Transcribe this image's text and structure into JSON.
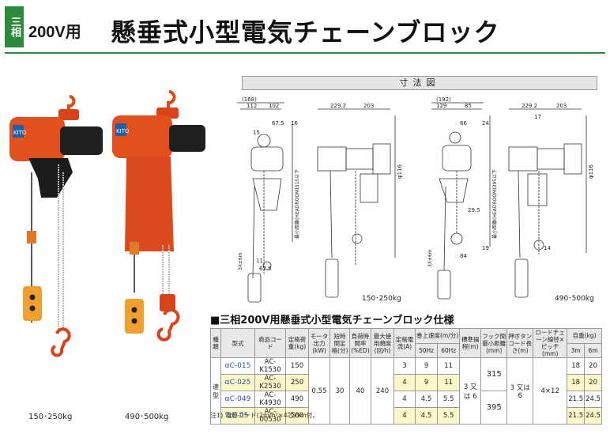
{
  "header": {
    "tag": "三相",
    "voltage": "200V用",
    "title": "懸垂式小型電気チェーンブロック"
  },
  "photos": {
    "caption_left": "150･250kg",
    "caption_right": "490･500kg",
    "label": "KITO"
  },
  "dimensions": {
    "heading": "寸法図",
    "caption_small": "150･250kg",
    "caption_large": "490･500kg",
    "d1": {
      "top": "(168)",
      "a": "112",
      "b": "102",
      "c": "67.5",
      "d": "16",
      "e": "15",
      "f": "67.5",
      "g": "11",
      "head": "最小距離(HEADROOM)315以下",
      "len": "3X±6m",
      "w1": "229.2",
      "w2": "203",
      "dia": "φ116"
    },
    "d2": {
      "top": "(192)",
      "a": "129",
      "b": "85",
      "c": "86",
      "d": "24",
      "e": "29.5",
      "f": "84",
      "g": "19",
      "head": "最小距離(HEADROOM)395以下",
      "len": "3X±6m",
      "w1": "229.2",
      "w2": "203",
      "h": "17",
      "dia": "φ116",
      "i": "14"
    }
  },
  "spec": {
    "title": "■三相200V用懸垂式小型電気チェーンブロック仕様",
    "headers": {
      "kind": "種類",
      "model": "型式",
      "code": "商品コード",
      "load": "定格荷重(kg)",
      "motor": "モータ出力(kW)",
      "short": "短時間定格(分)",
      "duty": "負荷時間率(%ED)",
      "max_freq": "最大使用頻度(回/h)",
      "current": "定格電流(A)",
      "speed": "巻上速度(m/分)",
      "hz50": "50Hz",
      "hz60": "60Hz",
      "lift": "標準揚程(m)",
      "hook": "フック間最小距離(mm)",
      "cord": "押ボタンコード長さ(m)",
      "chain": "ロードチェーン線径×ピッチ(mm)",
      "weight": "自重(kg)",
      "m3": "3m",
      "m6": "6m"
    },
    "kind_value": "速型",
    "shared": {
      "motor": "0.55",
      "short": "30",
      "duty": "40",
      "max_freq": "240",
      "lift": "3 又は 6",
      "hook_a": "315",
      "hook_b": "395",
      "cord": "3 又は 6",
      "chain": "4×12"
    },
    "rows": [
      {
        "model": "αC-015",
        "code": "AC-K1530",
        "load": "150",
        "current": "3",
        "s50": "9",
        "s60": "11",
        "w3": "18",
        "w6": "20"
      },
      {
        "model": "αC-025",
        "code": "AC-K2530",
        "load": "250",
        "current": "4",
        "s50": "9",
        "s60": "11",
        "w3": "18",
        "w6": "20"
      },
      {
        "model": "αC-049",
        "code": "AC-K4930",
        "load": "490",
        "current": "4",
        "s50": "4.5",
        "s60": "5.5",
        "w3": "21.5",
        "w6": "24.5"
      },
      {
        "model": "αC-05",
        "code": "AC-00530",
        "load": "500",
        "current": "4",
        "s50": "4.5",
        "s60": "5.5",
        "w3": "21.5",
        "w6": "24.5"
      }
    ],
    "note": "注1) 電源コード(2mm²×4芯)5m付。"
  }
}
